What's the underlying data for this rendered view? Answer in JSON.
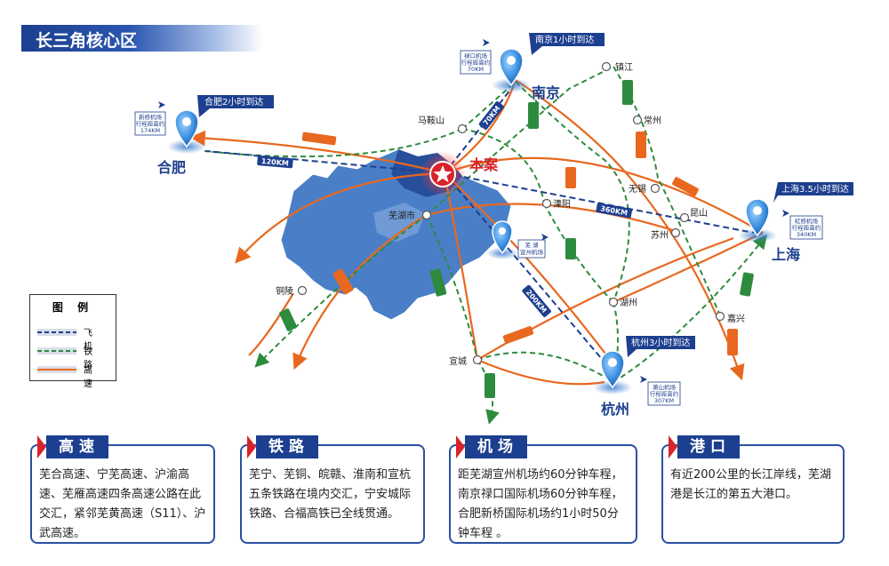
{
  "title": "长三角核心区",
  "legend": {
    "title": "图 例",
    "plane": "飞 机",
    "rail": "铁 路",
    "highway": "高 速"
  },
  "center": {
    "label": "本案"
  },
  "cities": {
    "nanjing": "南京",
    "hefei": "合肥",
    "shanghai": "上海",
    "hangzhou": "杭州",
    "wuhu": "芜湖市",
    "maanshan": "马鞍山",
    "zhenjiang": "镇江",
    "changzhou": "常州",
    "wuxi": "无锡",
    "suzhou": "苏州",
    "kunshan": "昆山",
    "liyang": "溧阳",
    "huzhou": "湖州",
    "jiaxing": "嘉兴",
    "xuancheng": "宣城",
    "tongling": "铜陵"
  },
  "callouts": {
    "nanjing": "南京1小时到达",
    "hefei": "合肥2小时到达",
    "shanghai": "上海3.5小时到达",
    "hangzhou": "杭州3小时到达"
  },
  "airports": {
    "nanjing": [
      "禄口机场",
      "行程距离约",
      "70KM"
    ],
    "hefei": [
      "新桥机场",
      "行程距离约",
      "174KM"
    ],
    "shanghai": [
      "虹桥机场",
      "行程距离约",
      "340KM"
    ],
    "hangzhou": [
      "萧山机场",
      "行程距离约",
      "307KM"
    ],
    "local": [
      "芜 湖",
      "宣州机场"
    ]
  },
  "distances": {
    "nj": "70KM",
    "hf": "120KM",
    "sh": "360KM",
    "hz": "200KM"
  },
  "cards": [
    {
      "name": "高速",
      "text": "芜合高速、宁芜高速、沪渝高速、芜雁高速四条高速公路在此交汇，紧邻芜黄高速（S11）、沪武高速。"
    },
    {
      "name": "铁路",
      "text": "芜宁、芜铜、皖赣、淮南和宣杭五条铁路在境内交汇，宁安城际铁路、合福高铁已全线贯通。"
    },
    {
      "name": "机场",
      "text": "距芜湖宣州机场约60分钟车程，南京禄口国际机场60分钟车程，合肥新桥国际机场约1小时50分钟车程 。"
    },
    {
      "name": "港口",
      "text": "有近200公里的长江岸线，芜湖港是长江的第五大港口。"
    }
  ],
  "colors": {
    "navy": "#1d3f8f",
    "rail": "#2e8b3e",
    "highway": "#e8681f",
    "accent": "#d8232a",
    "region": "#4a7fc8"
  }
}
